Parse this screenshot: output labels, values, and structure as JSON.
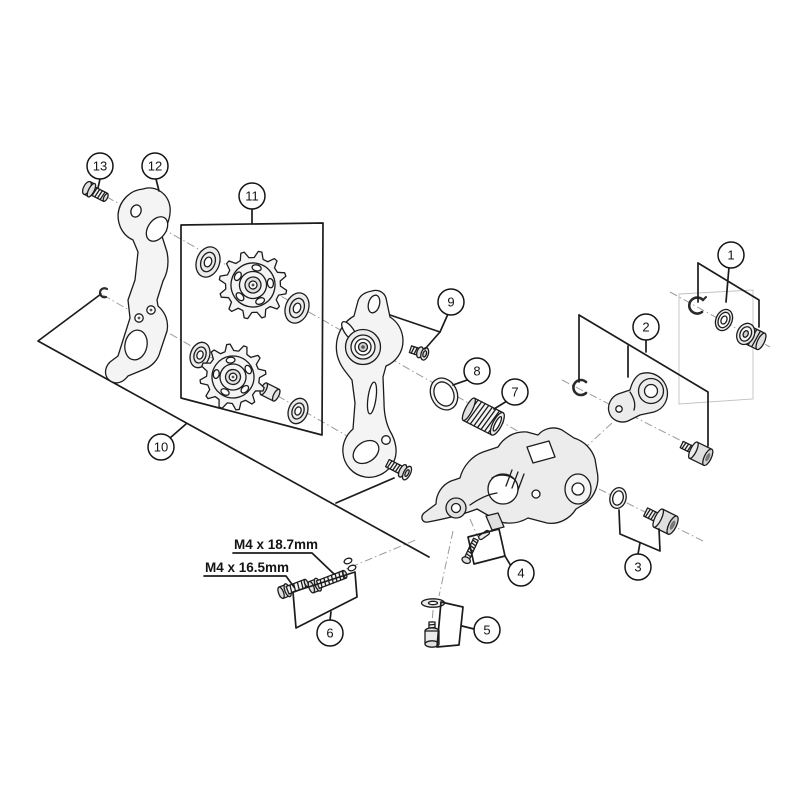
{
  "diagram": {
    "background_color": "#ffffff",
    "line_color": "#1c1c1c",
    "axis_color": "#9b9b9b",
    "callouts": [
      {
        "number": "1"
      },
      {
        "number": "2"
      },
      {
        "number": "3"
      },
      {
        "number": "4"
      },
      {
        "number": "5"
      },
      {
        "number": "6"
      },
      {
        "number": "7"
      },
      {
        "number": "8"
      },
      {
        "number": "9"
      },
      {
        "number": "10"
      },
      {
        "number": "11"
      },
      {
        "number": "12"
      },
      {
        "number": "13"
      }
    ],
    "labels": [
      {
        "text": "M4 x 18.7mm"
      },
      {
        "text": "M4 x 16.5mm"
      }
    ]
  }
}
